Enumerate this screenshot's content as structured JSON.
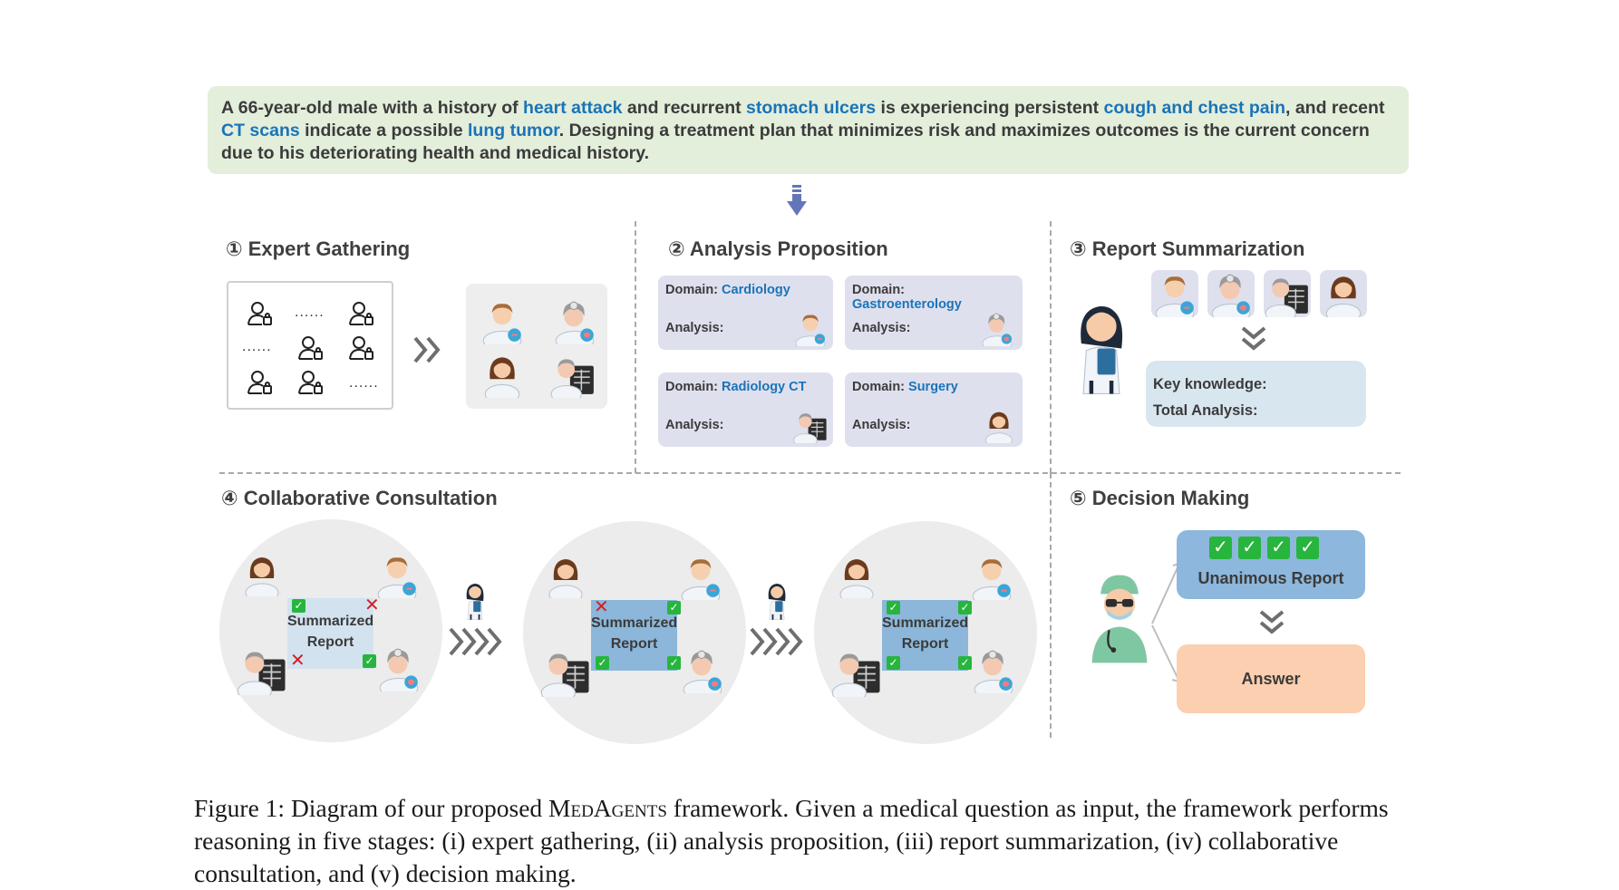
{
  "question": {
    "segments": [
      {
        "text": "A 66-year-old male with a history of ",
        "hl": false
      },
      {
        "text": "heart attack",
        "hl": true
      },
      {
        "text": " and recurrent ",
        "hl": false
      },
      {
        "text": "stomach ulcers",
        "hl": true
      },
      {
        "text": " is experiencing persistent ",
        "hl": false
      },
      {
        "text": "cough and chest pain",
        "hl": true
      },
      {
        "text": ", and recent ",
        "hl": false
      },
      {
        "text": "CT scans",
        "hl": true
      },
      {
        "text": " indicate a possible ",
        "hl": false
      },
      {
        "text": "lung tumor",
        "hl": true
      },
      {
        "text": ". Designing a treatment plan that minimizes risk and maximizes outcomes is the current concern due to his deteriorating health and medical history.",
        "hl": false
      }
    ]
  },
  "stages": {
    "s1": "① Expert Gathering",
    "s2": "② Analysis Proposition",
    "s3": "③ Report Summarization",
    "s4": "④ Collaborative Consultation",
    "s5": "⑤ Decision Making"
  },
  "pool": {
    "dots": "......"
  },
  "analysis": {
    "domain_label": "Domain:",
    "analysis_label": "Analysis:",
    "cards": [
      {
        "domain": "Cardiology"
      },
      {
        "domain": "Gastroenterology"
      },
      {
        "domain": "Radiology CT"
      },
      {
        "domain": "Surgery"
      }
    ]
  },
  "summary": {
    "key_knowledge": "Key knowledge:",
    "total_analysis": "Total Analysis:"
  },
  "consultation": {
    "report_line1": "Summarized",
    "report_line2": "Report"
  },
  "decision": {
    "unanimous": "Unanimous Report",
    "answer": "Answer"
  },
  "caption": {
    "prefix": "Figure 1: Diagram of our proposed ",
    "name": "MedAgents",
    "rest": " framework. Given a medical question as input, the framework performs reasoning in five stages: (i) expert gathering, (ii) analysis proposition, (iii) report summarization, (iv) collaborative consultation, and (v) decision making."
  },
  "colors": {
    "highlight": "#1a74b8",
    "question_bg": "#e3eedb",
    "card_bg": "#dfe0ee",
    "report_blue": "#8cb7da",
    "answer_bg": "#fbcfb0",
    "check_green": "#27b53d",
    "cross_red": "#d21f26"
  }
}
